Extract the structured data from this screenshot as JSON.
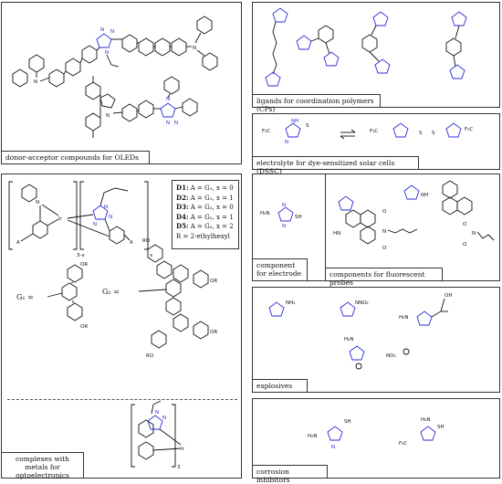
{
  "panels": {
    "oled": {
      "caption": "donor-acceptor compounds for OLEDs"
    },
    "metals": {
      "caption": "complexes with metals for optoelectronics",
      "legend": [
        {
          "id": "D1:",
          "text": "A = G₁, x = 0"
        },
        {
          "id": "D2:",
          "text": "A = G₁, x = 1"
        },
        {
          "id": "D3:",
          "text": "A = G₂, x = 0"
        },
        {
          "id": "D4:",
          "text": "A = G₂, x = 1"
        },
        {
          "id": "D5:",
          "text": "A = G₂, x = 2"
        }
      ],
      "r_def": "R = 2-ethylhexyl",
      "g1": "G₁ =",
      "g2": "G₂ =",
      "ir": "Ir",
      "sub3x": "3-x",
      "subx": "x",
      "sub3": "3",
      "A": "A",
      "OR": "OR",
      "RO": "RO"
    },
    "cp": {
      "caption": "ligands for coordination polymers (CPs)"
    },
    "dssc": {
      "caption": "electrolyte for dye-sensitized solar cells (DSSC)"
    },
    "electrode": {
      "caption": "component for electrode"
    },
    "probes": {
      "caption": "components for fluorescent probes"
    },
    "explosives": {
      "caption": "explosives",
      "no3": "NO₃"
    },
    "corrosion": {
      "caption": "corrosion inhibitors"
    }
  },
  "atoms": {
    "N": "N",
    "NH": "NH",
    "HN": "HN",
    "H2N": "H₂N",
    "NH2": "NH₂",
    "SH": "SH",
    "S": "S",
    "CF3": "F₃C",
    "OH": "OH",
    "O": "O",
    "NNO2": "NNO₂"
  },
  "colors": {
    "black": "#111111",
    "blue": "#2b2bd8",
    "border": "#333333"
  }
}
